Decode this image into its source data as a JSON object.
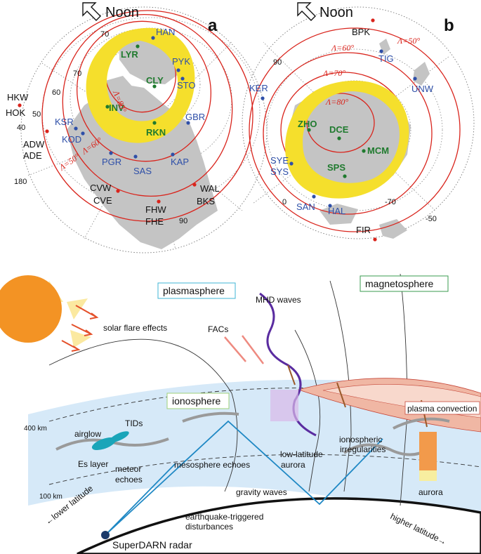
{
  "map_a": {
    "panel_label": "a",
    "noon_label": "Noon",
    "stations": [
      {
        "id": "HAN",
        "color": "blue"
      },
      {
        "id": "LYR",
        "color": "green"
      },
      {
        "id": "PYK",
        "color": "blue"
      },
      {
        "id": "CLY",
        "color": "green"
      },
      {
        "id": "STO",
        "color": "blue"
      },
      {
        "id": "INV",
        "color": "green"
      },
      {
        "id": "RKN",
        "color": "green"
      },
      {
        "id": "GBR",
        "color": "blue"
      },
      {
        "id": "KSR",
        "color": "blue"
      },
      {
        "id": "KOD",
        "color": "blue"
      },
      {
        "id": "PGR",
        "color": "blue"
      },
      {
        "id": "SAS",
        "color": "blue"
      },
      {
        "id": "KAP",
        "color": "blue"
      },
      {
        "id": "HKW",
        "color": "black"
      },
      {
        "id": "HOK",
        "color": "black"
      },
      {
        "id": "ADW",
        "color": "black"
      },
      {
        "id": "ADE",
        "color": "black"
      },
      {
        "id": "CVW",
        "color": "black"
      },
      {
        "id": "CVE",
        "color": "black"
      },
      {
        "id": "FHW",
        "color": "black"
      },
      {
        "id": "FHE",
        "color": "black"
      },
      {
        "id": "WAL",
        "color": "black"
      },
      {
        "id": "BKS",
        "color": "black"
      }
    ],
    "contours": [
      "Λ=80°",
      "Λ=60°",
      "Λ=50°"
    ],
    "grid_labels": [
      "70",
      "70",
      "60",
      "50",
      "40",
      "180",
      "90"
    ]
  },
  "map_b": {
    "panel_label": "b",
    "noon_label": "Noon",
    "stations": [
      {
        "id": "BPK",
        "color": "black"
      },
      {
        "id": "TIG",
        "color": "blue"
      },
      {
        "id": "UNW",
        "color": "blue"
      },
      {
        "id": "KER",
        "color": "blue"
      },
      {
        "id": "ZHO",
        "color": "green"
      },
      {
        "id": "DCE",
        "color": "green"
      },
      {
        "id": "MCM",
        "color": "green"
      },
      {
        "id": "SPS",
        "color": "green"
      },
      {
        "id": "SYE",
        "color": "blue"
      },
      {
        "id": "SYS",
        "color": "blue"
      },
      {
        "id": "SAN",
        "color": "blue"
      },
      {
        "id": "HAL",
        "color": "blue"
      },
      {
        "id": "FIR",
        "color": "black"
      }
    ],
    "contours": [
      "Λ=50°",
      "Λ=60°",
      "Λ=70°",
      "Λ=80°"
    ],
    "grid_labels": [
      "90",
      "0",
      "-70",
      "-50"
    ]
  },
  "diagram": {
    "plasmasphere": "plasmasphere",
    "magnetosphere": "magnetosphere",
    "ionosphere": "ionosphere",
    "mhd_waves": "MHD waves",
    "solar_flare": "solar flare effects",
    "facs": "FACs",
    "plasma_convection": "plasma convection",
    "alt_400": "400 km",
    "alt_100": "100 km",
    "tids": "TIDs",
    "airglow": "airglow",
    "iono_irreg_1": "ionospheric",
    "iono_irreg_2": "irregularities",
    "low_lat_1": "low-latitude",
    "low_lat_2": "aurora",
    "meso": "mesosphere echoes",
    "es_layer": "Es layer",
    "meteor_1": "meteor",
    "meteor_2": "echoes",
    "gravity": "gravity waves",
    "eq_1": "earthquake-triggered",
    "eq_2": "disturbances",
    "aurora": "aurora",
    "lower_lat": "←lower latitude",
    "higher_lat": "higher latitude→",
    "radar": "SuperDARN radar"
  },
  "colors": {
    "contour_red": "#d9241c",
    "oval_yellow": "#f5df2c",
    "station_blue": "#2e4fa8",
    "station_green": "#1f7a2e",
    "land_gray": "#c4c4c4",
    "ionosphere_blue": "#d6e9f8",
    "radar_beam": "#1f88c4",
    "mhd_purple": "#5a2ca0",
    "sun_orange": "#f39324",
    "convection_salmon": "#f0b7a4"
  }
}
